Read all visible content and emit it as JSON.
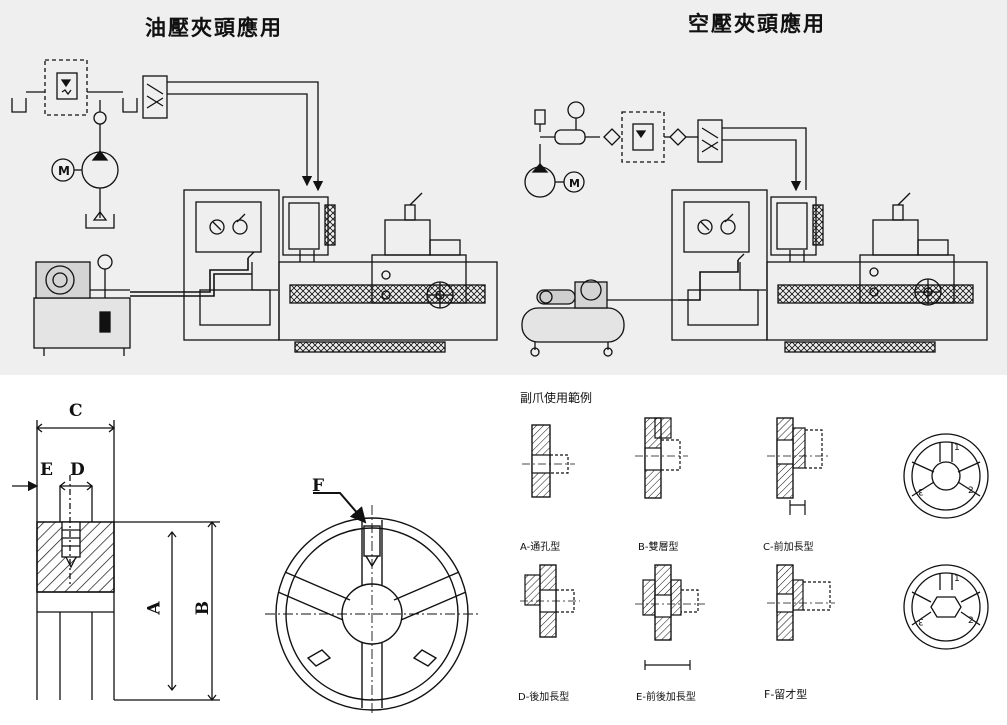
{
  "titles": {
    "hydraulic": "油壓夾頭應用",
    "pneumatic": "空壓夾頭應用"
  },
  "jaw_examples": {
    "heading": "副爪使用範例",
    "types": [
      {
        "label": "A-通孔型"
      },
      {
        "label": "B-雙層型"
      },
      {
        "label": "C-前加長型"
      },
      {
        "label": "D-後加長型"
      },
      {
        "label": "E-前後加長型"
      },
      {
        "label": "F-留才型"
      }
    ]
  },
  "dimensions": {
    "c": "C",
    "e": "E",
    "d": "D",
    "a": "A",
    "b": "B",
    "f": "F"
  },
  "jaw_numbers": {
    "top": [
      "1",
      "2",
      "3"
    ],
    "bottom": [
      "1",
      "2",
      "3"
    ]
  },
  "colors": {
    "band": "#efefef",
    "line": "#111111"
  }
}
